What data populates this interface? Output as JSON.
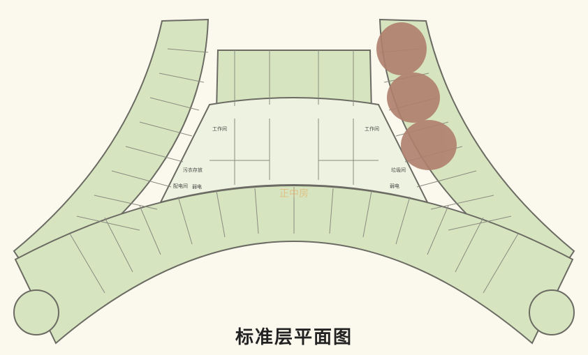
{
  "title": "标准层平面图",
  "rooms": {
    "work_left": "工作间",
    "work_right": "工作间",
    "linen": "污衣存放",
    "power": "配电间",
    "weak_left": "弱电",
    "garbage": "垃圾间",
    "weak_right": "弱电"
  },
  "watermark": "正中房",
  "colors": {
    "floor": "#d6e5bf",
    "wall": "#6b6b63",
    "highlight": "#b0806e",
    "background": "#fbf9ee"
  }
}
